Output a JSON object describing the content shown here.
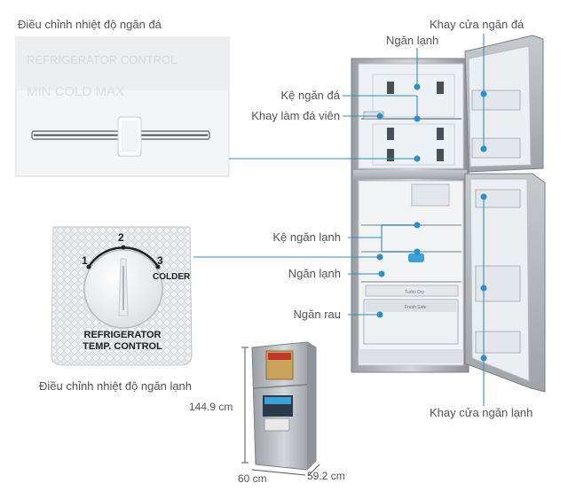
{
  "labels": {
    "freezer_temp_control": "Điều chỉnh nhiệt độ ngăn đá",
    "fridge_temp_control": "Điều chỉnh nhiệt độ ngăn lạnh",
    "freezer_compartment": "Ngăn lạnh",
    "freezer_shelf": "Kệ ngăn đá",
    "ice_tray": "Khay làm đá viên",
    "freezer_door_tray": "Khay cửa ngăn đá",
    "fridge_shelf": "Kệ ngăn lạnh",
    "fridge_compartment": "Ngăn lạnh",
    "vegetable_drawer": "Ngăn rau",
    "fridge_door_tray": "Khay cửa ngăn lạnh"
  },
  "slider_panel": {
    "faint_text_1": "REFRIGERATOR CONTROL",
    "faint_text_2": "MIN  COLD  MAX"
  },
  "dial_panel": {
    "num_1": "1",
    "num_2": "2",
    "num_3": "3",
    "colder": "COLDER",
    "line1": "REFRIGERATOR",
    "line2": "TEMP. CONTROL"
  },
  "fridge_badges": {
    "turbo": "Turbo Dry",
    "fresh": "Fresh Safe"
  },
  "dimensions": {
    "height": "144.9 cm",
    "width": "60 cm",
    "depth": "59.2 cm"
  },
  "colors": {
    "callout_line": "#2b8fc9",
    "label_text": "#555555",
    "steel": "#a9adb1",
    "interior": "#eef1f4"
  }
}
